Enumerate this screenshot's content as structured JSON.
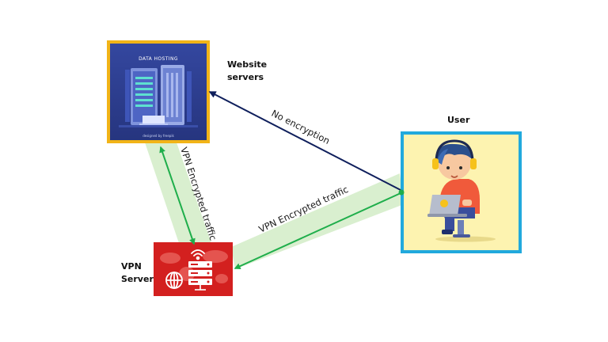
{
  "nodes": {
    "website_servers": {
      "label_lines": [
        "Website",
        "servers"
      ],
      "image_title": "DATA HOSTING",
      "image_credit": "designed by  freepik"
    },
    "user": {
      "label": "User"
    },
    "vpn_server": {
      "label_lines": [
        "VPN",
        "Server"
      ]
    }
  },
  "edges": {
    "user_to_website": {
      "label": "No encryption"
    },
    "user_to_vpn": {
      "label": "VPN Encrypted traffic"
    },
    "vpn_to_website": {
      "label": "VPN Encrypted traffic"
    }
  },
  "colors": {
    "tunnel": "#d9efcf",
    "encrypted_arrow": "#1fae4b",
    "plain_arrow": "#0f1f5c",
    "website_frame": "#f2b417",
    "user_frame": "#21a9dd",
    "user_bg": "#fdf3b0",
    "vpn_bg": "#d3201f",
    "server_bg": "#2c3e97"
  }
}
